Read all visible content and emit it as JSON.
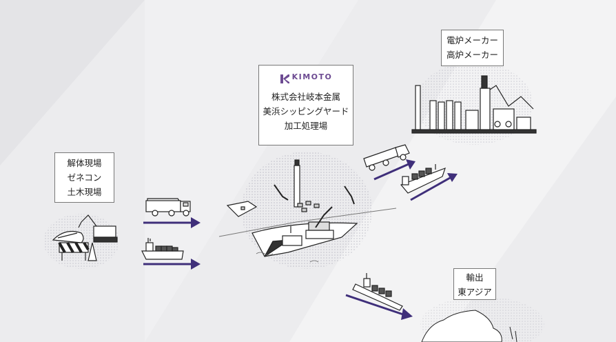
{
  "source": {
    "line1": "解体現場",
    "line2": "ゼネコン",
    "line3": "土木現場"
  },
  "company": {
    "logo_text": "KIMOTO",
    "line1": "株式会社岐本金属",
    "line2": "美浜シッピングヤード",
    "line3": "加工処理場"
  },
  "furnace": {
    "line1": "電炉メーカー",
    "line2": "高炉メーカー"
  },
  "export": {
    "line1": "輸出",
    "line2": "東アジア"
  },
  "colors": {
    "arrow": "#3f2f7a",
    "logo": "#6d4b92",
    "background": "#ececee"
  }
}
